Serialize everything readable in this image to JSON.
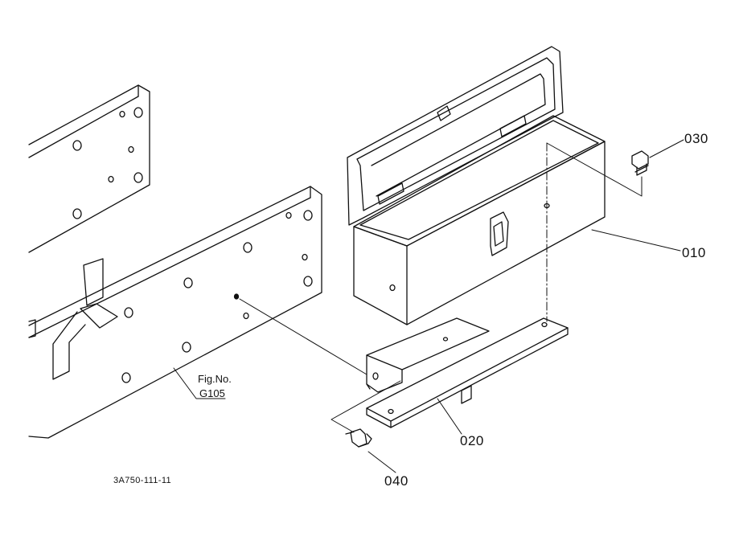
{
  "diagram": {
    "drawing_number": "3A750-111-11",
    "figure_reference": {
      "line1": "Fig.No.",
      "line2": "G105"
    },
    "parts": [
      {
        "id": "p010",
        "number": "010"
      },
      {
        "id": "p020",
        "number": "020"
      },
      {
        "id": "p030",
        "number": "030"
      },
      {
        "id": "p040",
        "number": "040"
      }
    ],
    "colors": {
      "ink": "#111111",
      "paper": "#ffffff"
    }
  }
}
